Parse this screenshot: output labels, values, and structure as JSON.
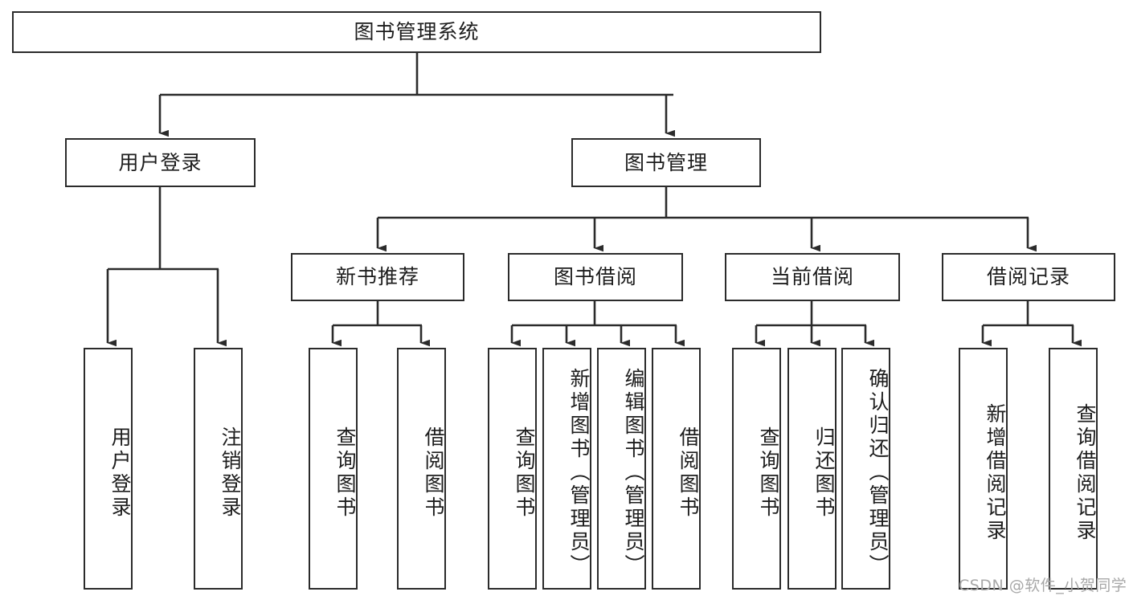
{
  "diagram": {
    "type": "tree-hierarchy",
    "title": "图书管理系统",
    "orientation": "top-down",
    "colors": {
      "box_border": "#2b2b2b",
      "box_fill": "#ffffff",
      "edge": "#2b2b2b",
      "text": "#1d1d1d",
      "watermark": "#a8a8a8"
    },
    "root": {
      "label": "图书管理系统"
    },
    "level2": [
      {
        "label": "用户登录"
      },
      {
        "label": "图书管理"
      }
    ],
    "level3": [
      {
        "label": "新书推荐"
      },
      {
        "label": "图书借阅"
      },
      {
        "label": "当前借阅"
      },
      {
        "label": "借阅记录"
      }
    ],
    "leaves": {
      "user_login": [
        {
          "label": "用户登录"
        },
        {
          "label": "注销登录"
        }
      ],
      "new_book_recommend": [
        {
          "label": "查询图书"
        },
        {
          "label": "借阅图书"
        }
      ],
      "book_borrow": [
        {
          "label": "查询图书"
        },
        {
          "label": "新增图书（管理员）"
        },
        {
          "label": "编辑图书（管理员）"
        },
        {
          "label": "借阅图书"
        }
      ],
      "current_borrow": [
        {
          "label": "查询图书"
        },
        {
          "label": "归还图书"
        },
        {
          "label": "确认归还（管理员）"
        }
      ],
      "borrow_record": [
        {
          "label": "新增借阅记录"
        },
        {
          "label": "查询借阅记录"
        }
      ]
    }
  },
  "watermark": {
    "text": "CSDN @软件_小贺同学"
  }
}
